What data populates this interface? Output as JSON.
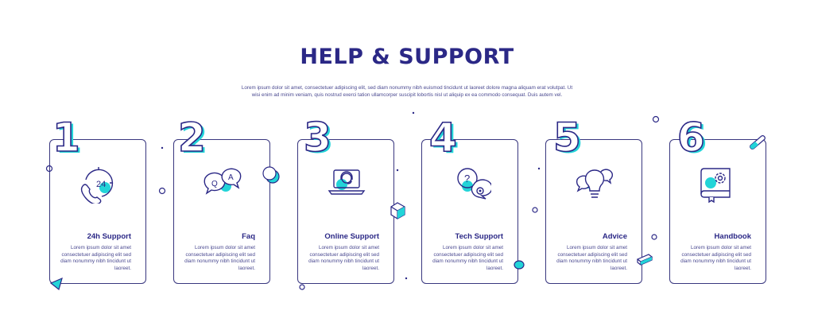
{
  "title": "HELP & SUPPORT",
  "subtitle": "Lorem ipsum dolor sit amet, consectetuer adipiscing elit, sed diam nonummy nibh euismod tincidunt ut laoreet dolore magna aliquam erat volutpat. Ut wisi enim ad minim veniam, quis nostrud exerci tation ullamcorper suscipit lobortis nisl ut aliquip ex ea commodo consequat. Duis autem vel.",
  "colors": {
    "primary": "#2b2886",
    "accent": "#22d4d8",
    "text": "#4a4990"
  },
  "steps": [
    {
      "number": "1",
      "title": "24h Support",
      "body": "Lorem ipsum dolor sit amet consectetuer adipiscing elit sed diam nonummy nibh tincidunt ut laoreet.",
      "icon": "phone-24h-icon"
    },
    {
      "number": "2",
      "title": "Faq",
      "body": "Lorem ipsum dolor sit amet consectetuer adipiscing elit sed diam nonummy nibh tincidunt ut laoreet.",
      "icon": "qa-bubbles-icon",
      "icon_q": "Q",
      "icon_a": "A"
    },
    {
      "number": "3",
      "title": "Online Support",
      "body": "Lorem ipsum dolor sit amet consectetuer adipiscing elit sed diam nonummy nibh tincidunt ut laoreet.",
      "icon": "laptop-headset-icon"
    },
    {
      "number": "4",
      "title": "Tech Support",
      "body": "Lorem ipsum dolor sit amet consectetuer adipiscing elit sed diam nonummy nibh tincidunt ut laoreet.",
      "icon": "question-gear-icon"
    },
    {
      "number": "5",
      "title": "Advice",
      "body": "Lorem ipsum dolor sit amet consectetuer adipiscing elit sed diam nonummy nibh tincidunt ut laoreet.",
      "icon": "lightbulb-bubbles-icon"
    },
    {
      "number": "6",
      "title": "Handbook",
      "body": "Lorem ipsum dolor sit amet consectetuer adipiscing elit sed diam nonummy nibh tincidunt ut laoreet.",
      "icon": "handbook-gear-icon"
    }
  ]
}
